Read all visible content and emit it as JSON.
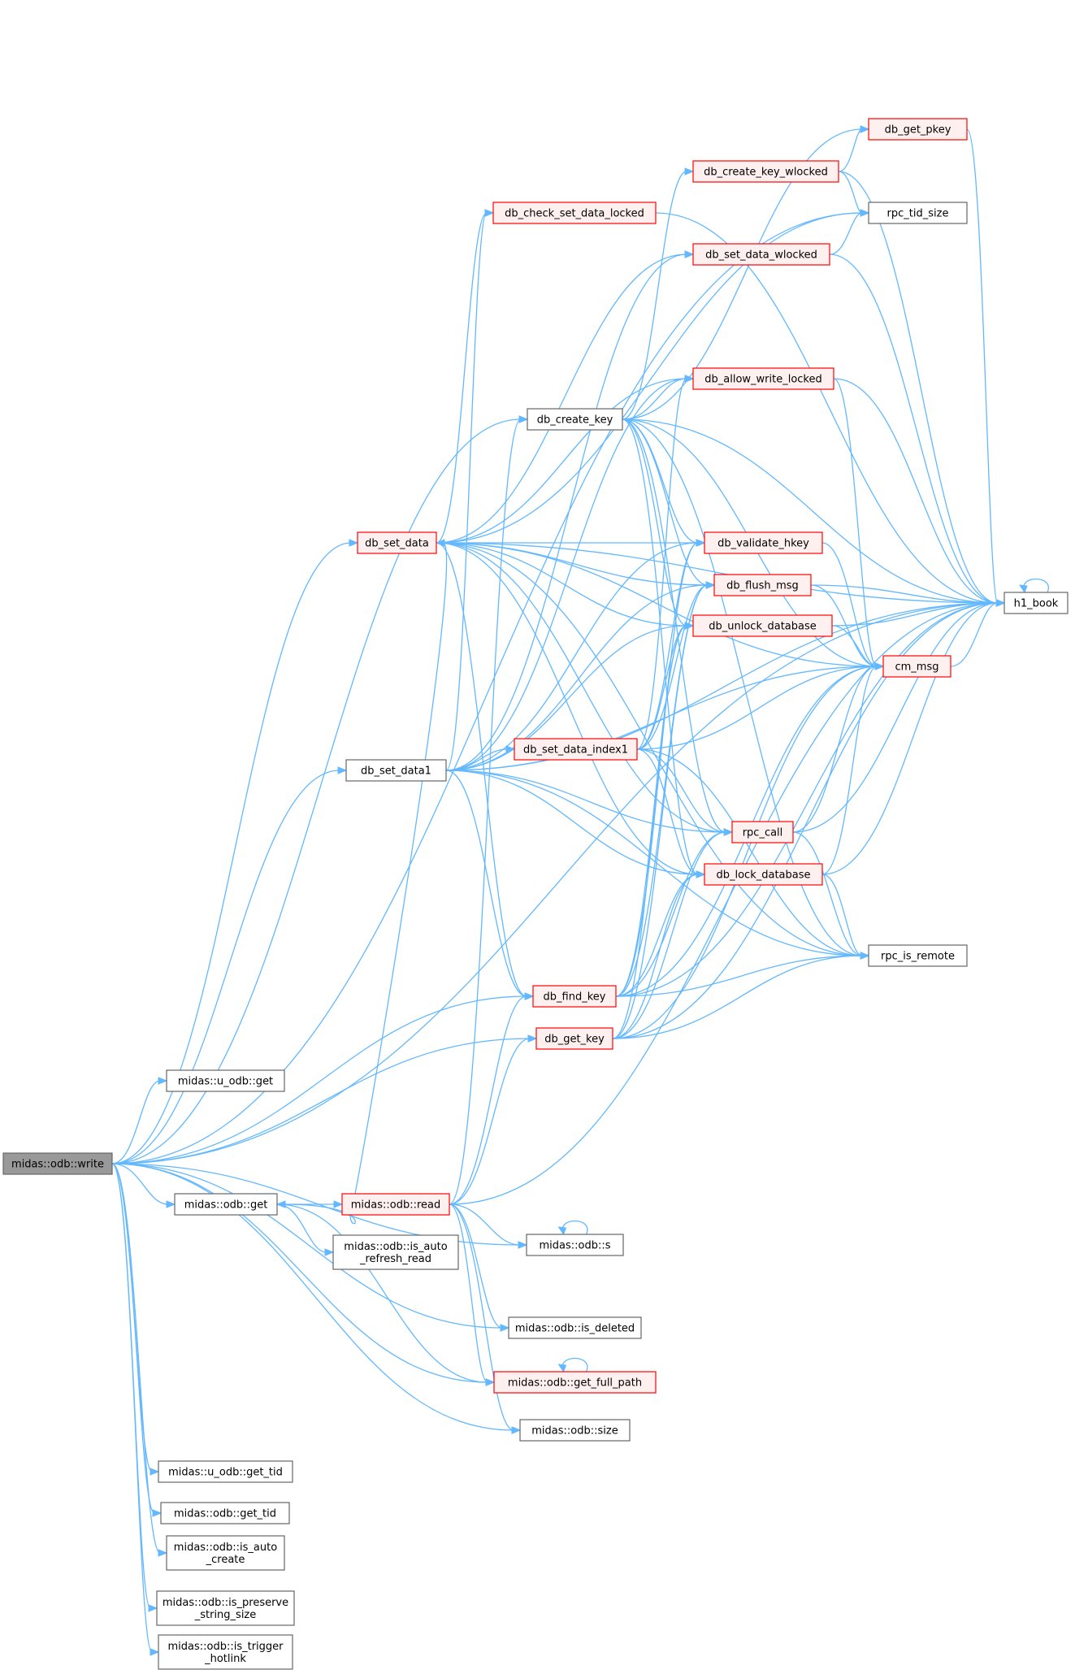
{
  "colors": {
    "edge": "#63b8ff",
    "node_fill": "#ffffff",
    "node_border_normal": "#666666",
    "node_border_red": "#ff0000",
    "node_fill_red": "#fff0f0",
    "root_fill": "#999999",
    "root_border": "#666666"
  },
  "nodes": [
    {
      "id": "write",
      "label": "midas::odb::write",
      "style": "root"
    },
    {
      "id": "h1_book",
      "label": "h1_book",
      "style": "normal"
    },
    {
      "id": "db_get_pkey",
      "label": "db_get_pkey",
      "style": "red"
    },
    {
      "id": "db_create_key_wlocked",
      "label": "db_create_key_wlocked",
      "style": "red"
    },
    {
      "id": "db_check_set_data_locked",
      "label": "db_check_set_data_locked",
      "style": "red"
    },
    {
      "id": "rpc_tid_size",
      "label": "rpc_tid_size",
      "style": "normal"
    },
    {
      "id": "db_set_data_wlocked",
      "label": "db_set_data_wlocked",
      "style": "red"
    },
    {
      "id": "db_allow_write_locked",
      "label": "db_allow_write_locked",
      "style": "red"
    },
    {
      "id": "db_create_key",
      "label": "db_create_key",
      "style": "normal"
    },
    {
      "id": "db_set_data",
      "label": "db_set_data",
      "style": "red"
    },
    {
      "id": "db_validate_hkey",
      "label": "db_validate_hkey",
      "style": "red"
    },
    {
      "id": "db_flush_msg",
      "label": "db_flush_msg",
      "style": "red"
    },
    {
      "id": "db_unlock_database",
      "label": "db_unlock_database",
      "style": "red"
    },
    {
      "id": "cm_msg",
      "label": "cm_msg",
      "style": "red"
    },
    {
      "id": "db_set_data1",
      "label": "db_set_data1",
      "style": "normal"
    },
    {
      "id": "db_set_data_index1",
      "label": "db_set_data_index1",
      "style": "red"
    },
    {
      "id": "rpc_call",
      "label": "rpc_call",
      "style": "red"
    },
    {
      "id": "db_lock_database",
      "label": "db_lock_database",
      "style": "red"
    },
    {
      "id": "rpc_is_remote",
      "label": "rpc_is_remote",
      "style": "normal"
    },
    {
      "id": "db_find_key",
      "label": "db_find_key",
      "style": "red"
    },
    {
      "id": "db_get_key",
      "label": "db_get_key",
      "style": "red"
    },
    {
      "id": "u_odb_get",
      "label": "midas::u_odb::get",
      "style": "normal"
    },
    {
      "id": "odb_get",
      "label": "midas::odb::get",
      "style": "normal"
    },
    {
      "id": "odb_read",
      "label": "midas::odb::read",
      "style": "red"
    },
    {
      "id": "odb_s",
      "label": "midas::odb::s",
      "style": "normal"
    },
    {
      "id": "is_auto_refresh_read",
      "label": [
        "midas::odb::is_auto",
        "_refresh_read"
      ],
      "style": "normal"
    },
    {
      "id": "is_deleted",
      "label": "midas::odb::is_deleted",
      "style": "normal"
    },
    {
      "id": "get_full_path",
      "label": "midas::odb::get_full_path",
      "style": "red"
    },
    {
      "id": "odb_size",
      "label": "midas::odb::size",
      "style": "normal"
    },
    {
      "id": "u_odb_get_tid",
      "label": "midas::u_odb::get_tid",
      "style": "normal"
    },
    {
      "id": "odb_get_tid",
      "label": "midas::odb::get_tid",
      "style": "normal"
    },
    {
      "id": "is_auto_create",
      "label": [
        "midas::odb::is_auto",
        "_create"
      ],
      "style": "normal"
    },
    {
      "id": "is_preserve_string_size",
      "label": [
        "midas::odb::is_preserve",
        "_string_size"
      ],
      "style": "normal"
    },
    {
      "id": "is_trigger_hotlink",
      "label": [
        "midas::odb::is_trigger",
        "_hotlink"
      ],
      "style": "normal"
    }
  ],
  "edges": [
    [
      "write",
      "h1_book"
    ],
    [
      "write",
      "rpc_tid_size"
    ],
    [
      "write",
      "db_set_data"
    ],
    [
      "write",
      "db_create_key"
    ],
    [
      "write",
      "db_set_data1"
    ],
    [
      "write",
      "db_find_key"
    ],
    [
      "write",
      "db_get_key"
    ],
    [
      "write",
      "u_odb_get"
    ],
    [
      "write",
      "odb_get"
    ],
    [
      "write",
      "odb_s"
    ],
    [
      "write",
      "is_deleted"
    ],
    [
      "write",
      "get_full_path"
    ],
    [
      "write",
      "odb_size"
    ],
    [
      "write",
      "u_odb_get_tid"
    ],
    [
      "write",
      "odb_get_tid"
    ],
    [
      "write",
      "is_auto_create"
    ],
    [
      "write",
      "is_preserve_string_size"
    ],
    [
      "write",
      "is_trigger_hotlink"
    ],
    [
      "db_get_pkey",
      "h1_book"
    ],
    [
      "db_create_key_wlocked",
      "db_get_pkey"
    ],
    [
      "db_create_key_wlocked",
      "rpc_tid_size"
    ],
    [
      "db_create_key_wlocked",
      "h1_book"
    ],
    [
      "db_check_set_data_locked",
      "h1_book"
    ],
    [
      "db_set_data_wlocked",
      "rpc_tid_size"
    ],
    [
      "db_set_data_wlocked",
      "h1_book"
    ],
    [
      "db_allow_write_locked",
      "h1_book"
    ],
    [
      "db_allow_write_locked",
      "cm_msg"
    ],
    [
      "db_create_key",
      "db_get_pkey"
    ],
    [
      "db_create_key",
      "db_create_key_wlocked"
    ],
    [
      "db_create_key",
      "h1_book"
    ],
    [
      "db_create_key",
      "db_allow_write_locked"
    ],
    [
      "db_create_key",
      "db_validate_hkey"
    ],
    [
      "db_create_key",
      "db_flush_msg"
    ],
    [
      "db_create_key",
      "db_unlock_database"
    ],
    [
      "db_create_key",
      "cm_msg"
    ],
    [
      "db_create_key",
      "rpc_call"
    ],
    [
      "db_create_key",
      "db_lock_database"
    ],
    [
      "db_create_key",
      "rpc_is_remote"
    ],
    [
      "db_set_data",
      "h1_book"
    ],
    [
      "db_set_data",
      "db_check_set_data_locked"
    ],
    [
      "db_set_data",
      "db_set_data_wlocked"
    ],
    [
      "db_set_data",
      "rpc_tid_size"
    ],
    [
      "db_set_data",
      "db_allow_write_locked"
    ],
    [
      "db_set_data",
      "db_validate_hkey"
    ],
    [
      "db_set_data",
      "db_flush_msg"
    ],
    [
      "db_set_data",
      "db_unlock_database"
    ],
    [
      "db_set_data",
      "cm_msg"
    ],
    [
      "db_set_data",
      "rpc_call"
    ],
    [
      "db_set_data",
      "db_lock_database"
    ],
    [
      "db_set_data",
      "db_find_key"
    ],
    [
      "db_set_data",
      "rpc_is_remote"
    ],
    [
      "db_validate_hkey",
      "cm_msg"
    ],
    [
      "db_flush_msg",
      "h1_book"
    ],
    [
      "db_flush_msg",
      "cm_msg"
    ],
    [
      "db_unlock_database",
      "h1_book"
    ],
    [
      "db_unlock_database",
      "cm_msg"
    ],
    [
      "cm_msg",
      "h1_book"
    ],
    [
      "db_set_data1",
      "db_set_data_index1"
    ],
    [
      "db_set_data1",
      "db_check_set_data_locked"
    ],
    [
      "db_set_data1",
      "db_set_data_wlocked"
    ],
    [
      "db_set_data1",
      "db_allow_write_locked"
    ],
    [
      "db_set_data1",
      "db_validate_hkey"
    ],
    [
      "db_set_data1",
      "db_flush_msg"
    ],
    [
      "db_set_data1",
      "db_unlock_database"
    ],
    [
      "db_set_data1",
      "cm_msg"
    ],
    [
      "db_set_data1",
      "h1_book"
    ],
    [
      "db_set_data1",
      "rpc_call"
    ],
    [
      "db_set_data1",
      "db_lock_database"
    ],
    [
      "db_set_data1",
      "db_find_key"
    ],
    [
      "db_set_data1",
      "rpc_is_remote"
    ],
    [
      "db_set_data_index1",
      "db_allow_write_locked"
    ],
    [
      "db_set_data_index1",
      "db_validate_hkey"
    ],
    [
      "db_set_data_index1",
      "db_flush_msg"
    ],
    [
      "db_set_data_index1",
      "db_unlock_database"
    ],
    [
      "db_set_data_index1",
      "cm_msg"
    ],
    [
      "db_set_data_index1",
      "rpc_call"
    ],
    [
      "db_set_data_index1",
      "db_lock_database"
    ],
    [
      "db_set_data_index1",
      "rpc_is_remote"
    ],
    [
      "rpc_call",
      "cm_msg"
    ],
    [
      "rpc_call",
      "h1_book"
    ],
    [
      "rpc_call",
      "rpc_is_remote"
    ],
    [
      "db_lock_database",
      "cm_msg"
    ],
    [
      "db_lock_database",
      "h1_book"
    ],
    [
      "db_lock_database",
      "rpc_is_remote"
    ],
    [
      "db_find_key",
      "db_validate_hkey"
    ],
    [
      "db_find_key",
      "db_flush_msg"
    ],
    [
      "db_find_key",
      "db_unlock_database"
    ],
    [
      "db_find_key",
      "cm_msg"
    ],
    [
      "db_find_key",
      "rpc_call"
    ],
    [
      "db_find_key",
      "db_lock_database"
    ],
    [
      "db_find_key",
      "rpc_is_remote"
    ],
    [
      "db_find_key",
      "h1_book"
    ],
    [
      "db_get_key",
      "db_flush_msg"
    ],
    [
      "db_get_key",
      "db_unlock_database"
    ],
    [
      "db_get_key",
      "cm_msg"
    ],
    [
      "db_get_key",
      "rpc_call"
    ],
    [
      "db_get_key",
      "db_lock_database"
    ],
    [
      "db_get_key",
      "rpc_is_remote"
    ],
    [
      "db_get_key",
      "h1_book"
    ],
    [
      "odb_get",
      "odb_read"
    ],
    [
      "odb_get",
      "is_auto_refresh_read"
    ],
    [
      "odb_get",
      "get_full_path"
    ],
    [
      "odb_read",
      "odb_get"
    ],
    [
      "odb_read",
      "odb_s"
    ],
    [
      "odb_read",
      "db_find_key"
    ],
    [
      "odb_read",
      "db_get_key"
    ],
    [
      "odb_read",
      "db_create_key"
    ],
    [
      "odb_read",
      "db_set_data"
    ],
    [
      "odb_read",
      "h1_book"
    ],
    [
      "odb_read",
      "is_deleted"
    ],
    [
      "odb_read",
      "get_full_path"
    ],
    [
      "odb_read",
      "odb_size"
    ]
  ],
  "self_loops": [
    "h1_book",
    "odb_s",
    "get_full_path"
  ]
}
